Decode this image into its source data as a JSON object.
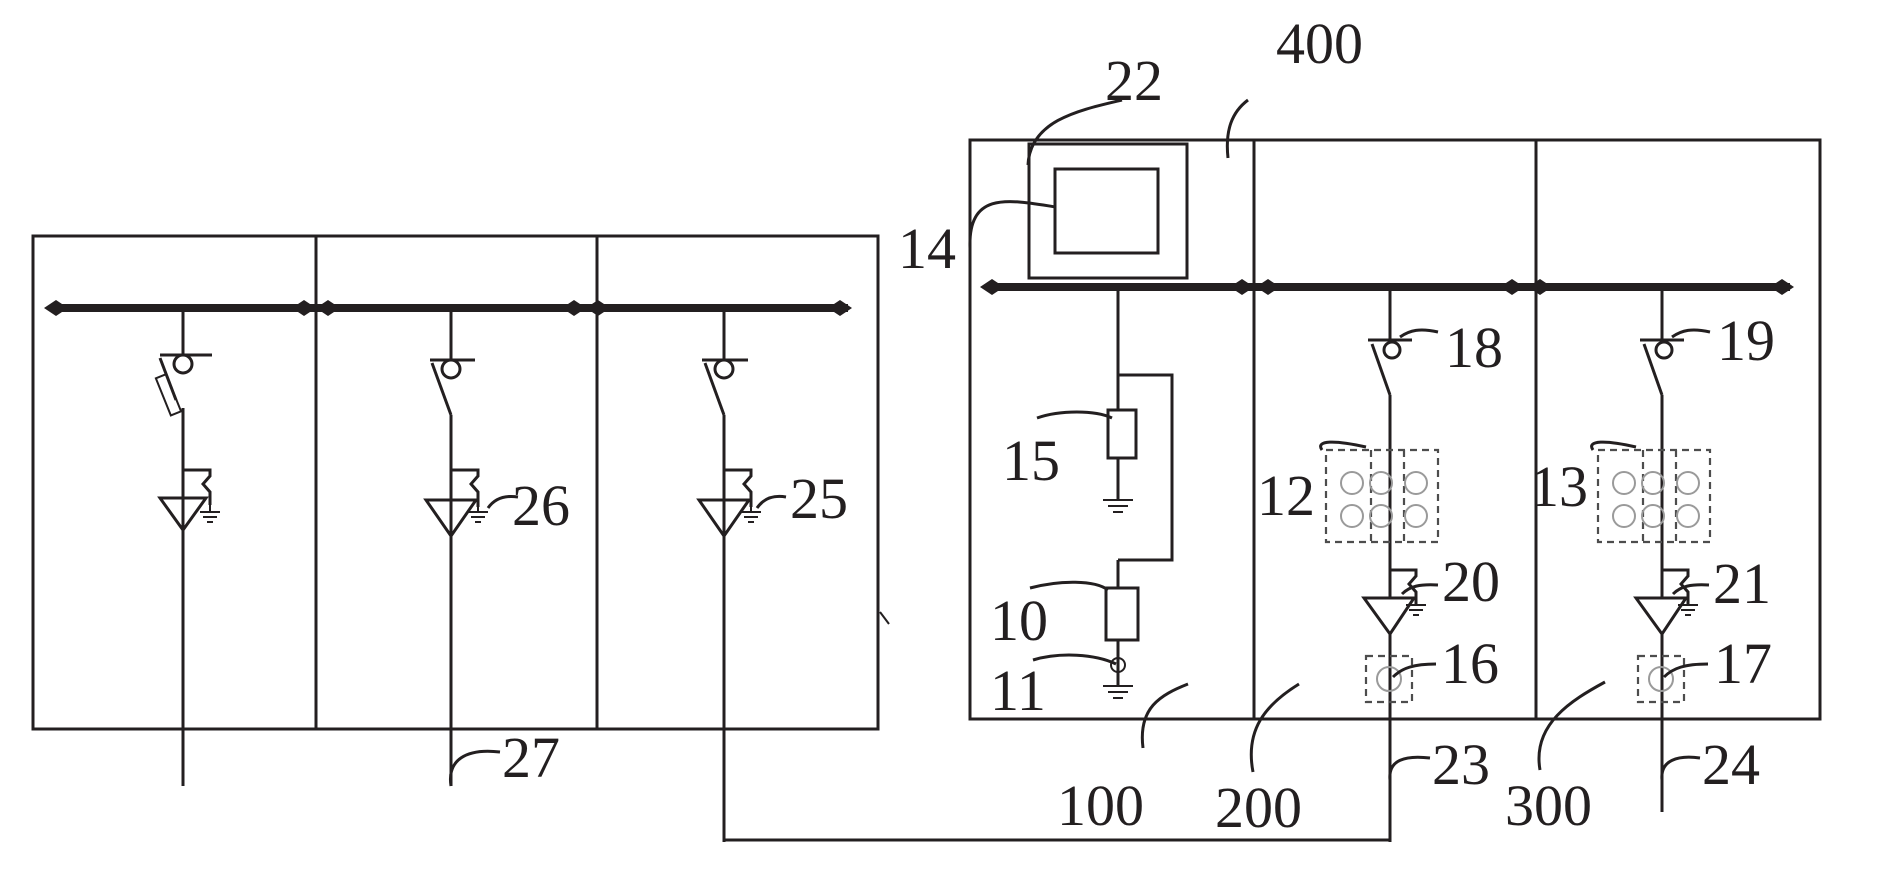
{
  "labels": {
    "l400": "400",
    "l22": "22",
    "l14": "14",
    "l18": "18",
    "l19": "19",
    "l15": "15",
    "l12": "12",
    "l13": "13",
    "l26": "26",
    "l25": "25",
    "l20": "20",
    "l21": "21",
    "l10": "10",
    "l16": "16",
    "l17": "17",
    "l11": "11",
    "l27": "27",
    "l23": "23",
    "l24": "24",
    "l100": "100",
    "l200": "200",
    "l300": "300"
  }
}
